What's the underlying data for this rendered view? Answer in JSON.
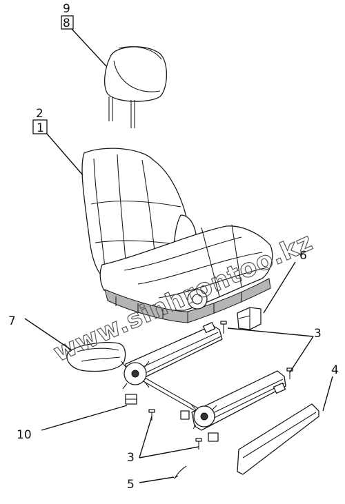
{
  "callouts": {
    "c9": "9",
    "c8": "8",
    "c2": "2",
    "c1": "1",
    "c6": "6",
    "c7": "7",
    "c3a": "3",
    "c3b": "3",
    "c4": "4",
    "c10": "10",
    "c5": "5"
  },
  "watermark": "www.sinhrontoo.kz"
}
